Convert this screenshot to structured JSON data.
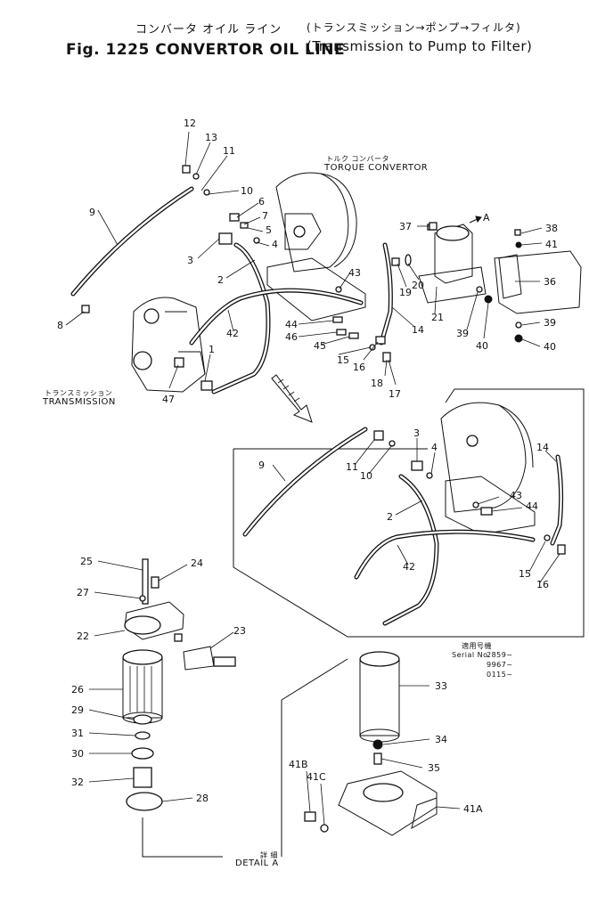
{
  "header": {
    "title_jp": "コンバータ オイル ライン",
    "subtitle_jp": "(トランスミッション→ポンプ→フィルタ)",
    "fig_label": "Fig. 1225 CONVERTOR OIL LINE",
    "subtitle_en": "(Transmission to Pump to Filter)"
  },
  "labels": {
    "torque_converter_jp": "トルク コンバータ",
    "torque_converter": "TORQUE CONVERTOR",
    "transmission_jp": "トランスミッション",
    "transmission": "TRANSMISSION",
    "detail_jp": "詳 細",
    "detail": "DETAIL A",
    "arrow_a": "A"
  },
  "serial": {
    "heading_jp": "適用号機",
    "prefix": "Serial No.",
    "values": [
      "2859~",
      "9967~",
      "0115~"
    ]
  },
  "part_numbers": {
    "main": [
      "12",
      "13",
      "11",
      "10",
      "6",
      "7",
      "5",
      "4",
      "3",
      "2",
      "9",
      "8",
      "1",
      "42",
      "43",
      "44",
      "46",
      "45",
      "15",
      "16",
      "18",
      "17",
      "14",
      "47",
      "37",
      "20",
      "19",
      "21",
      "39",
      "40",
      "38",
      "41",
      "36",
      "39",
      "40"
    ],
    "inset": [
      "3",
      "4",
      "11",
      "10",
      "9",
      "2",
      "14",
      "43",
      "44",
      "42",
      "15",
      "16"
    ],
    "filter": [
      "25",
      "24",
      "27",
      "22",
      "23",
      "26",
      "29",
      "31",
      "30",
      "32",
      "28"
    ],
    "detail": [
      "33",
      "34",
      "35",
      "41B",
      "41C",
      "41A"
    ]
  }
}
